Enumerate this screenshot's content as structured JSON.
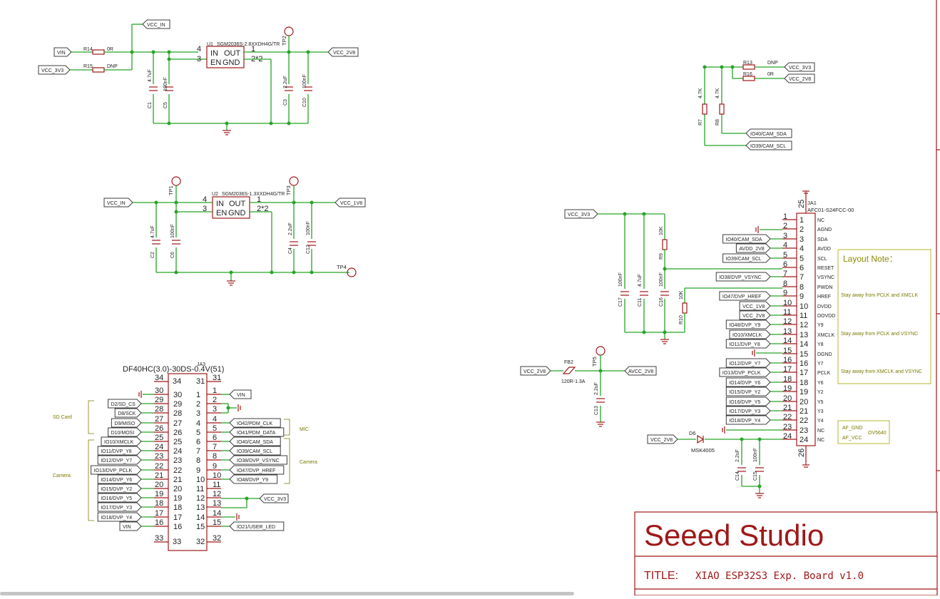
{
  "title_block": {
    "company": "Seeed Studio",
    "title_label": "TITLE:",
    "title_value": "XIAO ESP32S3 Exp. Board v1.0"
  },
  "u1": {
    "name": "U1",
    "part": "SGM2036S-2.8XXDH4G/TR",
    "pin_in": "IN",
    "pin_out": "OUT",
    "pin_en": "EN",
    "pin_gnd": "GND",
    "n4": "4",
    "n3": "3",
    "n1": "1",
    "n22": "2*2"
  },
  "u2": {
    "name": "U2",
    "part": "SGM2036S-1.3XXDH4G/TR",
    "pin_in": "IN",
    "pin_out": "OUT",
    "pin_en": "EN",
    "pin_gnd": "GND",
    "n4": "4",
    "n3": "3",
    "n1": "1",
    "n22": "2*2"
  },
  "nets_top": {
    "vcc_in": "VCC_IN",
    "vin": "VIN",
    "vcc_3v3": "VCC_3V3",
    "vcc_2v8": "VCC_2V8",
    "vcc_1v8": "VCC_1V8",
    "vcc_in2": "VCC_IN"
  },
  "parts_top": {
    "r14": "R14",
    "r14v": "0R",
    "r15": "R15",
    "r15v": "DNP",
    "c1": "C1",
    "c1v": "4.7uF",
    "c5": "C5",
    "c5v": "100nF",
    "c3": "C3",
    "c3v": "2.2uF",
    "c10": "C10",
    "c10v": "100nF",
    "tp2": "TP2",
    "tp1": "TP1",
    "tp3": "TP3",
    "tp4": "TP4",
    "c2": "C2",
    "c2v": "4.7uF",
    "c6": "C6",
    "c6v": "100nF",
    "c4": "C4",
    "c4v": "2.2uF",
    "c12": "C12",
    "c12v": "100nF"
  },
  "i2c": {
    "r13": "R13",
    "r13v": "DNP",
    "r16": "R16",
    "r16v": "0R",
    "r7": "R7",
    "r7v": "4.7K",
    "r8": "R8",
    "r8v": "4.7K",
    "net_3v3": "VCC_3V3",
    "net_2v8": "VCC_2V8",
    "sda": "IO40/CAM_SDA",
    "scl": "IO39/CAM_SCL"
  },
  "ja3": {
    "ref": "JA3",
    "part": "DF40HC(3.0)-30DS-0.4V(51)",
    "left": [
      {
        "net": "",
        "pin": "30",
        "int": "30"
      },
      {
        "net": "D2/SD_CS",
        "pin": "29",
        "int": "29"
      },
      {
        "net": "D8/SCK",
        "pin": "28",
        "int": "28"
      },
      {
        "net": "D9/MISO",
        "pin": "27",
        "int": "27"
      },
      {
        "net": "D10/MOSI",
        "pin": "26",
        "int": "26"
      },
      {
        "net": "IO10/XMCLK",
        "pin": "25",
        "int": "25"
      },
      {
        "net": "IO11/DVP_Y8",
        "pin": "24",
        "int": "24"
      },
      {
        "net": "IO12/DVP_Y7",
        "pin": "23",
        "int": "23"
      },
      {
        "net": "IO13/DVP_PCLK",
        "pin": "22",
        "int": "22"
      },
      {
        "net": "IO14/DVP_Y6",
        "pin": "21",
        "int": "21"
      },
      {
        "net": "IO15/DVP_Y2",
        "pin": "20",
        "int": "20"
      },
      {
        "net": "IO16/DVP_Y5",
        "pin": "19",
        "int": "19"
      },
      {
        "net": "IO17/DVP_Y3",
        "pin": "18",
        "int": "18"
      },
      {
        "net": "IO18/DVP_Y4",
        "pin": "17",
        "int": "17"
      },
      {
        "net": "VIN",
        "pin": "16",
        "int": "16"
      }
    ],
    "right": [
      {
        "net": "VIN",
        "pin": "1",
        "int": "1"
      },
      {
        "net": "",
        "pin": "2",
        "int": "2"
      },
      {
        "net": "",
        "pin": "3",
        "int": "3"
      },
      {
        "net": "IO42/PDM_CLK",
        "pin": "4",
        "int": "4"
      },
      {
        "net": "IO41/PDM_DATA",
        "pin": "5",
        "int": "5"
      },
      {
        "net": "IO40/CAM_SDA",
        "pin": "6",
        "int": "6"
      },
      {
        "net": "IO39/CAM_SCL",
        "pin": "7",
        "int": "7"
      },
      {
        "net": "IO38/DVP_VSYNC",
        "pin": "8",
        "int": "8"
      },
      {
        "net": "IO47/DVP_HREF",
        "pin": "9",
        "int": "9"
      },
      {
        "net": "IO48/DVP_Y9",
        "pin": "10",
        "int": "10"
      },
      {
        "net": "",
        "pin": "11",
        "int": "11"
      },
      {
        "net": "",
        "pin": "12",
        "int": "12"
      },
      {
        "net": "",
        "pin": "13",
        "int": "13"
      },
      {
        "net": "",
        "pin": "14",
        "int": "14"
      },
      {
        "net": "IO21/USER_LED",
        "pin": "15",
        "int": "15"
      }
    ],
    "top_l": "34",
    "top_li": "34",
    "top_r": "31",
    "top_ri": "31",
    "bot_l": "33",
    "bot_li": "33",
    "bot_r": "32",
    "bot_ri": "32",
    "vcc_3v3": "VCC_3V3",
    "group_sd": "SD Card",
    "group_mic": "MIC",
    "group_cam_l": "Camera",
    "group_cam_r": "Camera"
  },
  "ja1": {
    "ref": "JA1",
    "part": "AFC01-S24FCC-00",
    "top_pin": "25",
    "bot_pin": "26",
    "pins": [
      {
        "p": "1",
        "name": "NC",
        "net": ""
      },
      {
        "p": "2",
        "name": "AGND",
        "net": ""
      },
      {
        "p": "3",
        "name": "SDA",
        "net": "IO40/CAM_SDA"
      },
      {
        "p": "4",
        "name": "AVDD",
        "net": "AVDD_2V8"
      },
      {
        "p": "5",
        "name": "SCL",
        "net": "IO39/CAM_SCL"
      },
      {
        "p": "6",
        "name": "RESET",
        "net": ""
      },
      {
        "p": "7",
        "name": "VSYNC",
        "net": "IO38/DVP_VSYNC"
      },
      {
        "p": "8",
        "name": "PWDN",
        "net": ""
      },
      {
        "p": "9",
        "name": "HREF",
        "net": "IO47/DVP_HREF"
      },
      {
        "p": "10",
        "name": "DVDD",
        "net": "VCC_1V8"
      },
      {
        "p": "11",
        "name": "DOVDD",
        "net": "VCC_2V8"
      },
      {
        "p": "12",
        "name": "Y9",
        "net": "IO48/DVP_Y9"
      },
      {
        "p": "13",
        "name": "XMCLK",
        "net": "IO10/XMCLK"
      },
      {
        "p": "14",
        "name": "Y8",
        "net": "IO11/DVP_Y8"
      },
      {
        "p": "15",
        "name": "DGND",
        "net": ""
      },
      {
        "p": "16",
        "name": "Y7",
        "net": "IO12/DVP_Y7"
      },
      {
        "p": "17",
        "name": "PCLK",
        "net": "IO13/DVP_PCLK"
      },
      {
        "p": "18",
        "name": "Y6",
        "net": "IO14/DVP_Y6"
      },
      {
        "p": "19",
        "name": "Y2",
        "net": "IO15/DVP_Y2"
      },
      {
        "p": "20",
        "name": "Y5",
        "net": "IO16/DVP_Y5"
      },
      {
        "p": "21",
        "name": "Y3",
        "net": "IO17/DVP_Y3"
      },
      {
        "p": "22",
        "name": "Y4",
        "net": "IO18/DVP_Y4"
      },
      {
        "p": "23",
        "name": "NC",
        "net": ""
      },
      {
        "p": "24",
        "name": "NC",
        "net": ""
      }
    ],
    "vcc_3v3": "VCC_3V3",
    "r9": "R9",
    "r9v": "10K",
    "r10": "R10",
    "r10v": "10K",
    "c17": "C17",
    "c17v": "100nF",
    "c11": "C11",
    "c11v": "4.7uF",
    "c16": "C16",
    "c16v": "100nF"
  },
  "layout_note": {
    "title": "Layout Note：",
    "n1": "Stay away from PCLK and XMCLK",
    "n2": "Stay away from PCLK and VSYNC",
    "n3": "Stay away from XMCLK and VSYNC"
  },
  "af_note": {
    "gnd": "AF_GND",
    "vcc": "AF_VCC",
    "sensor": "OV5640"
  },
  "avdd": {
    "vcc_2v8": "VCC_2V8",
    "fb": "FB2",
    "fbv": "120R-1.3A",
    "tp": "TP5",
    "c13": "C13",
    "c13v": "2.2uF",
    "net": "AVCC_2V8"
  },
  "diode": {
    "net": "VCC_2V8",
    "ref": "D6",
    "part": "MSK4005",
    "c14": "C14",
    "c14v": "2.2uF",
    "c15": "C15",
    "c15v": "100nF"
  }
}
